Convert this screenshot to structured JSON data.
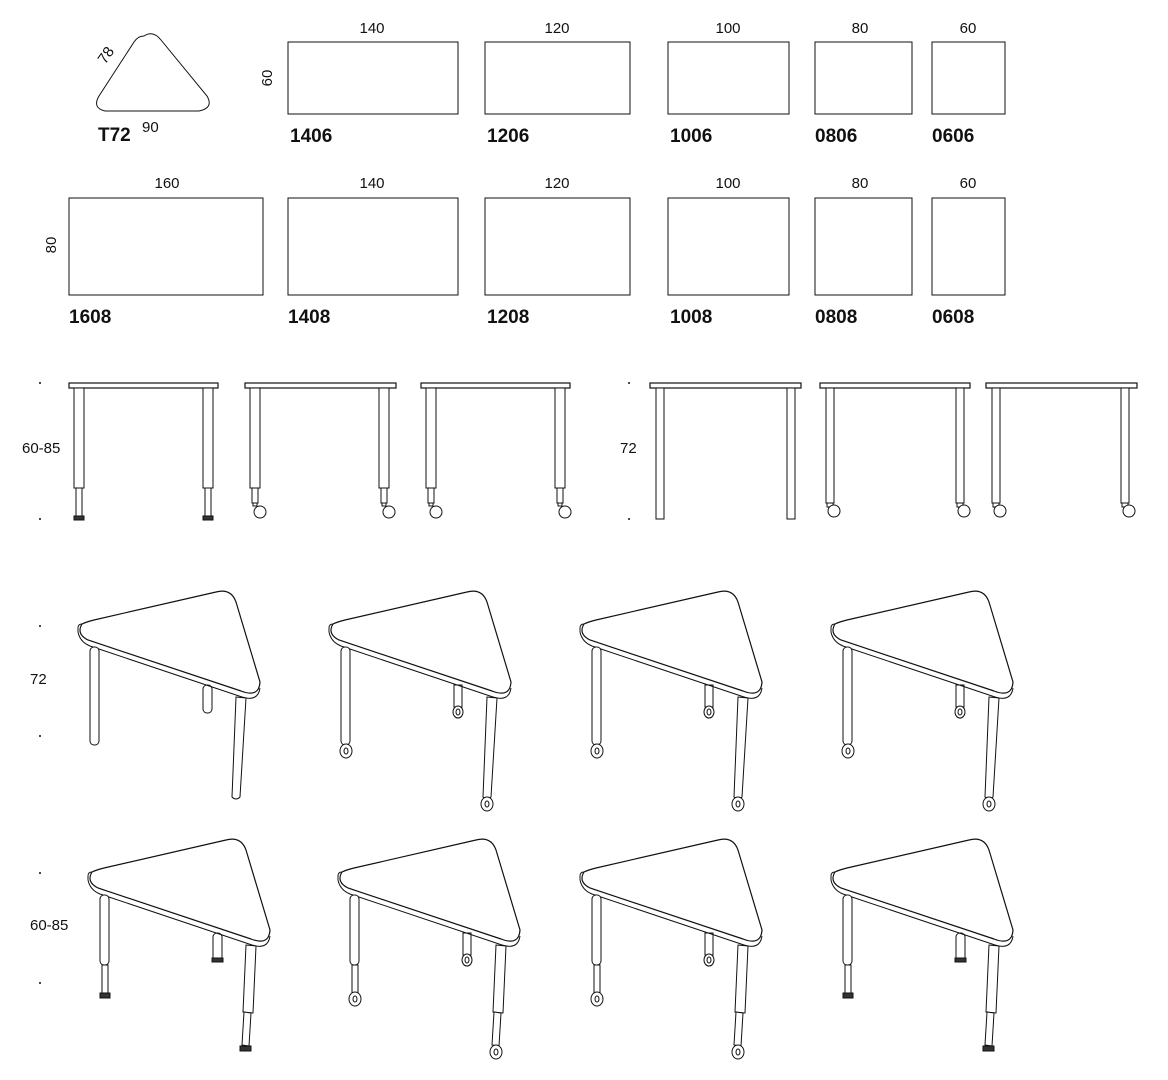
{
  "triangle_spec": {
    "code": "T72",
    "side_label": "78",
    "width_label": "90"
  },
  "row1": {
    "depth_label": "60",
    "tables": [
      {
        "width": "140",
        "code": "1406"
      },
      {
        "width": "120",
        "code": "1206"
      },
      {
        "width": "100",
        "code": "1006"
      },
      {
        "width": "80",
        "code": "0806"
      },
      {
        "width": "60",
        "code": "0606"
      }
    ]
  },
  "row2": {
    "depth_label": "80",
    "tables": [
      {
        "width": "160",
        "code": "1608"
      },
      {
        "width": "140",
        "code": "1408"
      },
      {
        "width": "120",
        "code": "1208"
      },
      {
        "width": "100",
        "code": "1008"
      },
      {
        "width": "80",
        "code": "0808"
      },
      {
        "width": "60",
        "code": "0608"
      }
    ]
  },
  "side_views": {
    "adjustable_height_label": "60-85",
    "fixed_height_label": "72"
  },
  "perspective_views": {
    "fixed_height_label": "72",
    "adjustable_height_label": "60-85"
  }
}
